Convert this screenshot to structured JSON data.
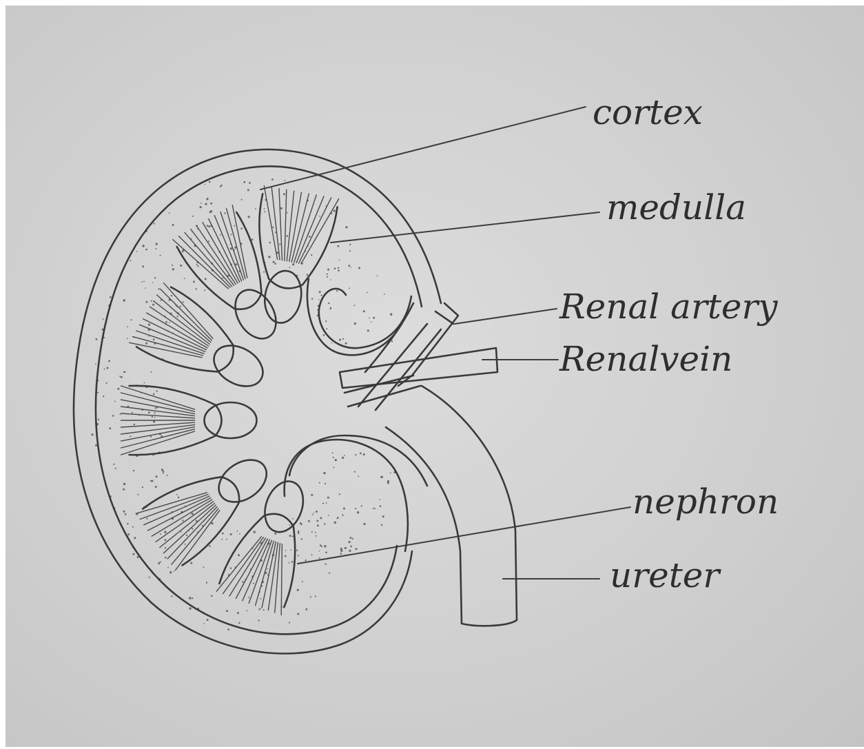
{
  "diagram": {
    "labels": {
      "cortex": "cortex",
      "medulla": "medulla",
      "renal_artery": "Renal artery",
      "renal_vein": "Renalvein",
      "nephron": "nephron",
      "ureter": "ureter"
    }
  },
  "colors": {
    "paper": "#d0d0d0",
    "ink": "#3a3a3a"
  }
}
